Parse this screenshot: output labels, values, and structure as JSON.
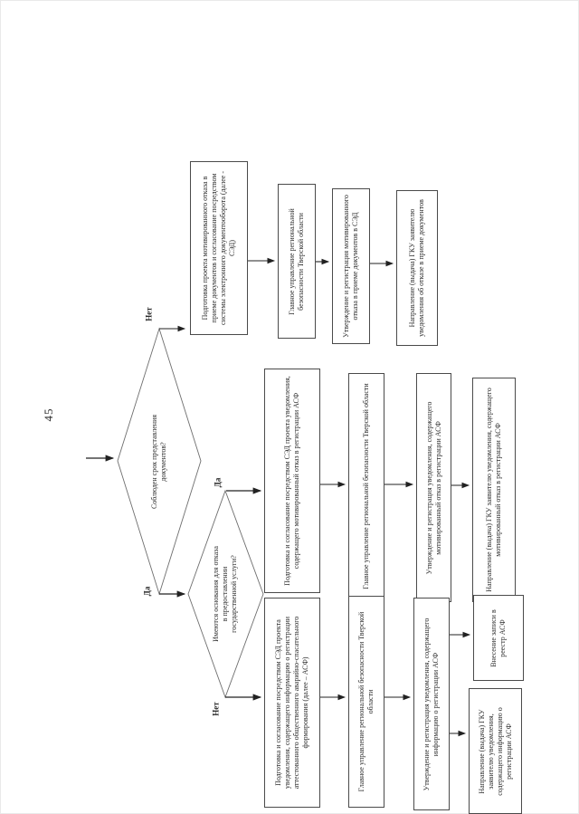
{
  "page": {
    "number": "45"
  },
  "colors": {
    "ink": "#2b2b2b",
    "line": "#333333",
    "diamond_stroke": "#6e6e6e",
    "page_bg": "#ffffff"
  },
  "diagram": {
    "decisions": {
      "d1": "Соблюден срок представления документов?",
      "d2": "Имеются основания для отказа в предоставлении государственной услуги?"
    },
    "branch_labels": {
      "d1_no": "Нет",
      "d1_yes": "Да",
      "d2_yes": "Да",
      "d2_no": "Нет"
    },
    "boxes": {
      "t1": "Подготовка проекта мотивированного отказа в приеме документов и согласование посредством системы электронного документооборота (далее - СЭД)",
      "t2": "Главное управление региональной безопасности Тверской области",
      "t3": "Утверждение и регистрация мотивированного отказа в приеме документов в СЭД",
      "t4": "Направление (выдача) ГКУ заявителю уведомления об отказе в приеме документов",
      "m1": "Подготовка и согласование посредством СЭД проекта уведомления, содержащего мотивированный отказ в регистрации АСФ",
      "m2": "Главное управление региональной безопасности Тверской области",
      "m3": "Утверждение и регистрация уведомления, содержащего мотивированный отказ в регистрации АСФ",
      "m4": "Направление (выдача) ГКУ заявителю уведомления, содержащего мотивированный отказ в регистрации АСФ",
      "b1": "Подготовка и согласование посредством СЭД проекта уведомления, содержащего информацию о регистрации аттестованного общественного аварийно-спасательного формирования (далее – АСФ)",
      "b2": "Главное управление региональной безопасности Тверской области",
      "b3": "Утверждение и регистрация уведомления, содержащего информацию о регистрации АСФ",
      "b4a": "Внесение записи в реестр АСФ",
      "b4b": "Направление (выдача) ГКУ заявителю уведомления, содержащего информацию о регистрации АСФ"
    }
  }
}
